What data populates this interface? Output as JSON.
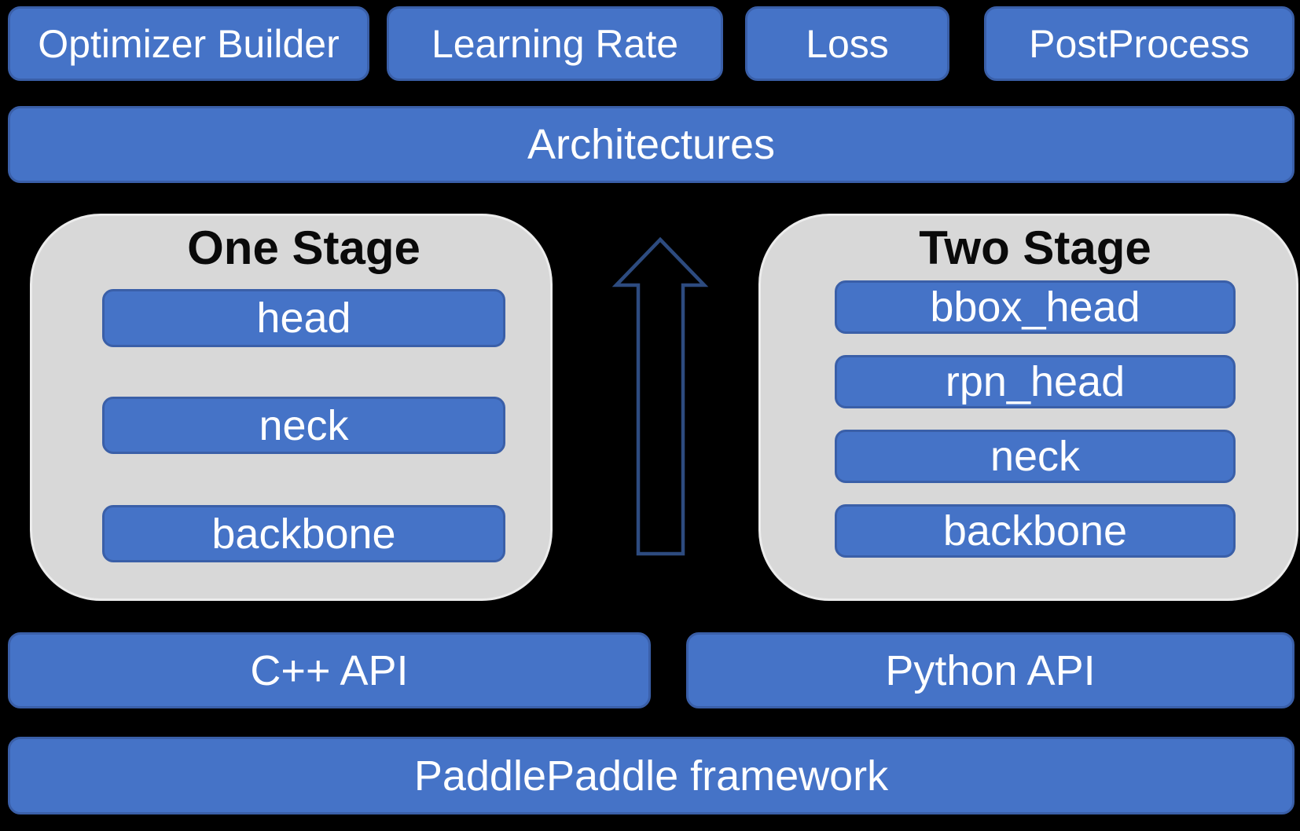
{
  "top_row": {
    "boxes": [
      {
        "label": "Optimizer Builder"
      },
      {
        "label": "Learning Rate"
      },
      {
        "label": "Loss"
      },
      {
        "label": "PostProcess"
      }
    ]
  },
  "architectures": {
    "label": "Architectures"
  },
  "panels": {
    "one_stage": {
      "title": "One Stage",
      "layers": [
        {
          "label": "head"
        },
        {
          "label": "neck"
        },
        {
          "label": "backbone"
        }
      ]
    },
    "two_stage": {
      "title": "Two Stage",
      "layers": [
        {
          "label": "bbox_head"
        },
        {
          "label": "rpn_head"
        },
        {
          "label": "neck"
        },
        {
          "label": "backbone"
        }
      ]
    }
  },
  "arrow": {
    "direction": "up"
  },
  "api_row": {
    "cpp_label": "C++ API",
    "python_label": "Python API"
  },
  "framework": {
    "label": "PaddlePaddle framework"
  },
  "colors": {
    "background": "#000000",
    "box-fill": "#4573C7",
    "box-border": "#3A5FA8",
    "box-text": "#FFFFFF",
    "panel-fill": "#D8D8D8",
    "panel-border": "#ECECEC",
    "title-text": "#0A0A0A",
    "arrow-stroke": "#2D4B7F"
  }
}
